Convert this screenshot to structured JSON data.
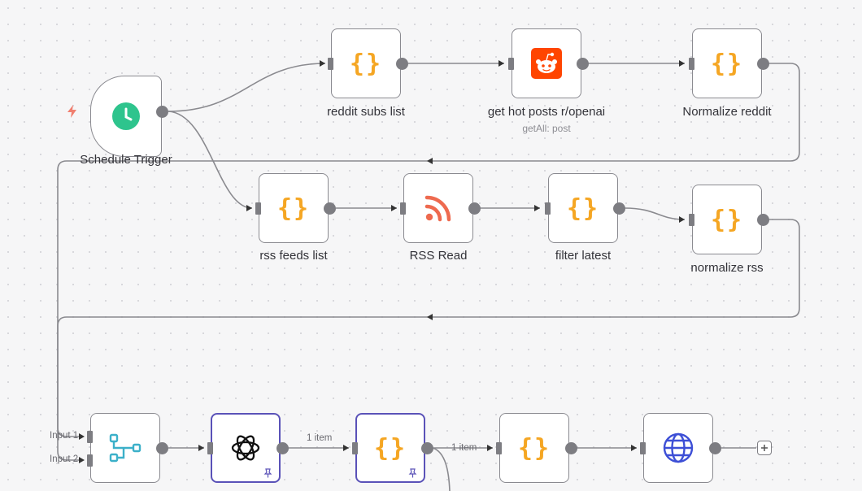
{
  "nodes": {
    "schedule_trigger": "Schedule Trigger",
    "reddit_subs_list": "reddit subs list",
    "get_hot_posts": "get hot posts r/openai",
    "get_hot_posts_sub": "getAll: post",
    "normalize_reddit": "Normalize reddit",
    "rss_feeds_list": "rss feeds list",
    "rss_read": "RSS Read",
    "filter_latest": "filter latest",
    "normalize_rss": "normalize rss"
  },
  "merge_inputs": {
    "input1": "Input 1",
    "input2": "Input 2"
  },
  "edge_labels": {
    "openai_to_code": "1 item",
    "code_to_code": "1 item"
  },
  "icons": {
    "trigger": "clock-icon",
    "code": "code-braces-icon",
    "reddit": "reddit-icon",
    "rss": "rss-icon",
    "merge": "merge-icon",
    "openai": "openai-icon",
    "http": "globe-icon",
    "pin": "pin-icon",
    "add": "plus-icon",
    "bolt": "lightning-bolt-icon"
  },
  "colors": {
    "code_icon": "#f5a623",
    "trigger_icon": "#2ec48d",
    "reddit_brand": "#ff4500",
    "rss_icon": "#ee6a4f",
    "merge_icon": "#3cb0c9",
    "globe_icon": "#3d4fd6",
    "selected_border": "#5a52b8",
    "edge": "#7d7d82",
    "bolt": "#f07f6f"
  }
}
